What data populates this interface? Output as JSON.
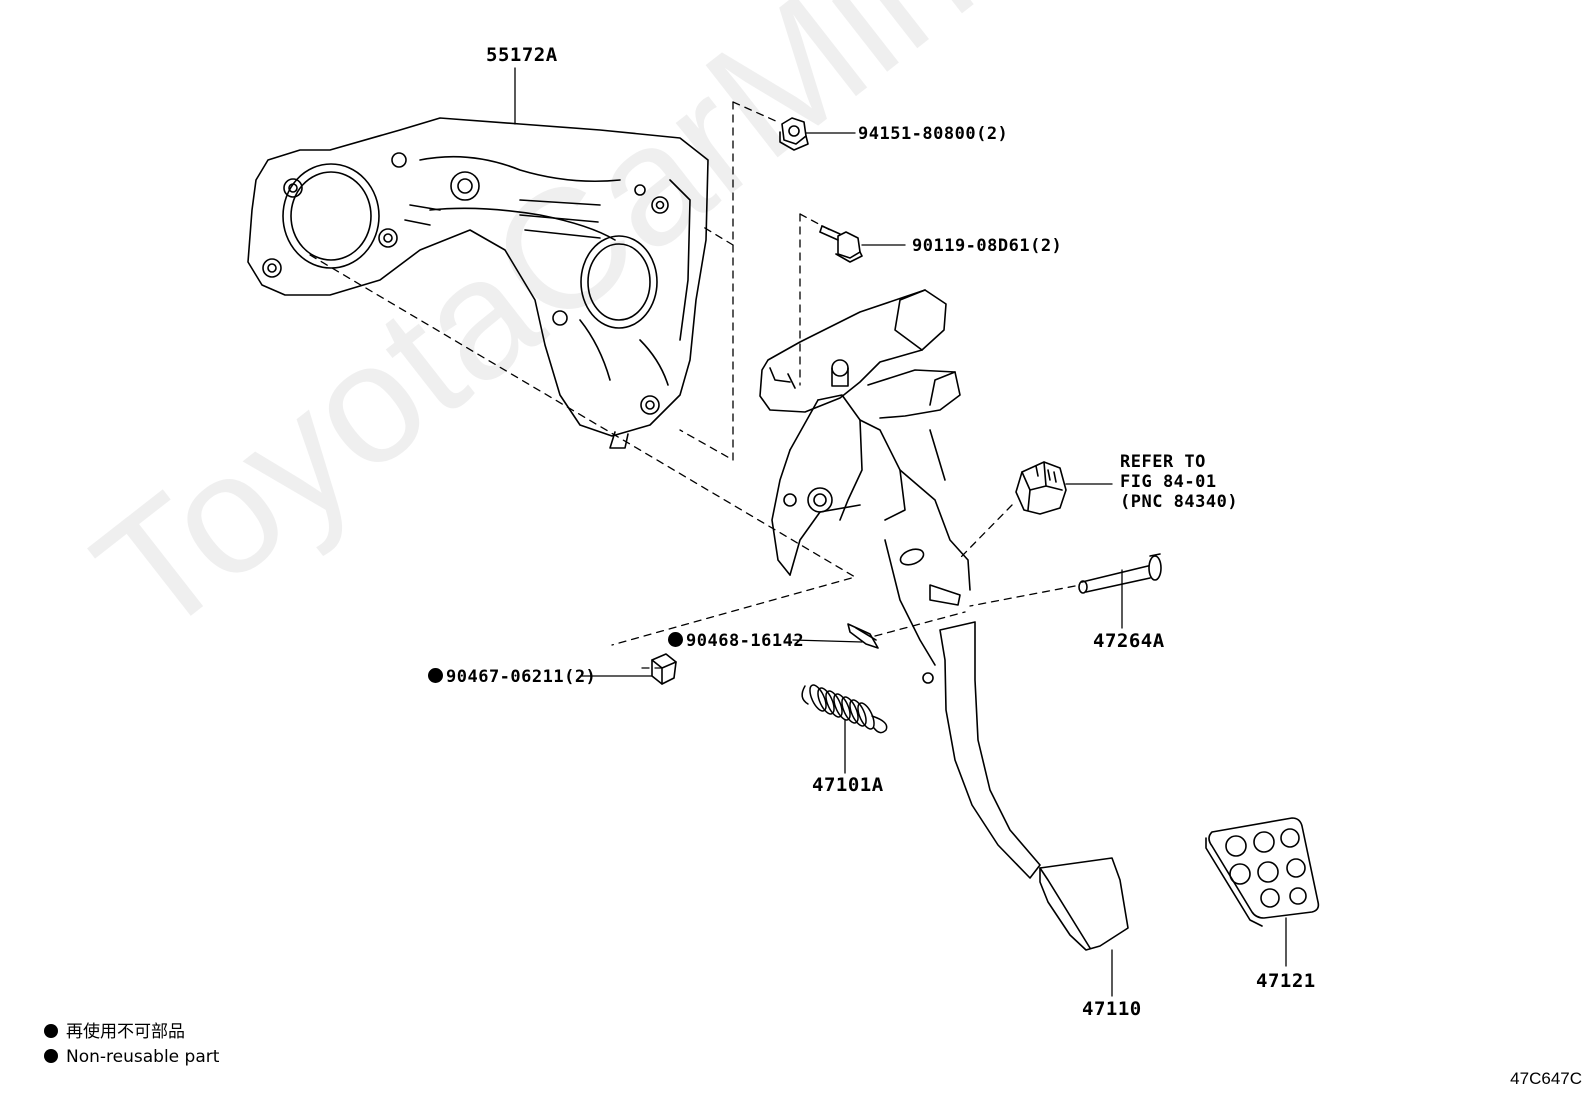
{
  "watermark": "ToyotaCarMine.ru",
  "parts": {
    "support": "55172A",
    "nut": "94151-80800(2)",
    "bolt": "90119-08D61(2)",
    "refer_line1": "REFER TO",
    "refer_line2": "FIG 84-01",
    "refer_line3": "(PNC 84340)",
    "pin": "47264A",
    "clip": "90468-16142",
    "cushion": "90467-06211(2)",
    "spring": "47101A",
    "pedal": "47110",
    "pad": "47121"
  },
  "legend": {
    "line_jp": "再使用不可部品",
    "line_en": "Non-reusable part"
  },
  "figure_code": "47C647C"
}
